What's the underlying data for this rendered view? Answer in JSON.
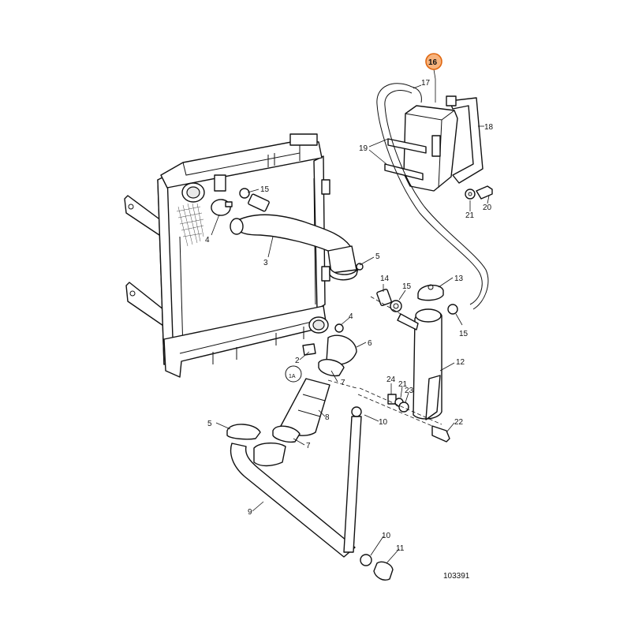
{
  "diagram": {
    "drawing_number": "103391",
    "highlighted_part": "16",
    "highlight_color": "#f7b37d",
    "highlight_stroke": "#e0660f"
  },
  "labels": {
    "l16": "16",
    "l17": "17",
    "l18": "18",
    "l19": "19",
    "l20": "20",
    "l21_tank": "21",
    "l15_top": "15",
    "l4_top": "4",
    "l3": "3",
    "l5_right": "5",
    "l14": "14",
    "l15_mid": "15",
    "l13": "13",
    "l15_right": "15",
    "l4_mid": "4",
    "l6": "6",
    "l2": "2",
    "l1a": "1A",
    "l7_upper": "7",
    "l12": "12",
    "l24": "24",
    "l21_bracket": "21",
    "l23": "23",
    "l8": "8",
    "l10_upper": "10",
    "l22": "22",
    "l5_left": "5",
    "l7_lower": "7",
    "l9": "9",
    "l10_lower": "10",
    "l11": "11"
  }
}
